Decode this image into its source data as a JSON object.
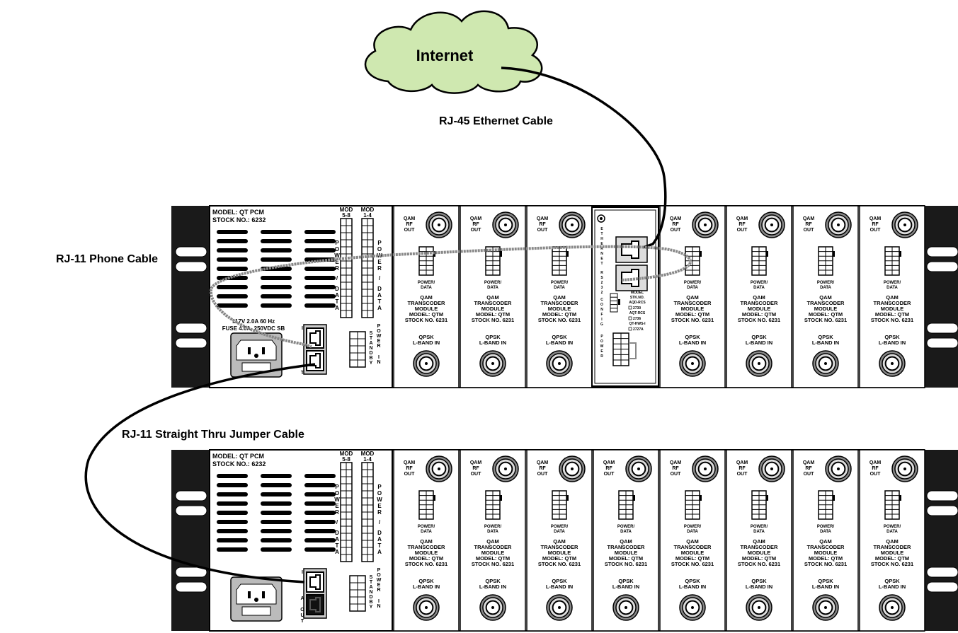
{
  "cloud_label": "Internet",
  "cable_labels": {
    "ethernet": "RJ-45 Ethernet Cable",
    "phone": "RJ-11 Phone Cable",
    "jumper": "RJ-11 Straight Thru Jumper Cable"
  },
  "pcm": {
    "model": "MODEL: QT PCM",
    "stock": "STOCK NO.: 6232",
    "mod_5_8": [
      "MOD",
      "5-8"
    ],
    "mod_1_4": [
      "MOD",
      "1-4"
    ],
    "power_data": "POWER/DATA",
    "ratings_1": "117V  2.0A  60 Hz",
    "ratings_2": "FUSE 4.0A, 250VDC SB",
    "standby": "STANDBY",
    "power_in": "POWER IN",
    "jack_in": "I",
    "jack_out_top": "T",
    "jack_out_bottom": "A OUT"
  },
  "qtm": {
    "rf_out": [
      "QAM",
      "RF",
      "OUT"
    ],
    "power_data": [
      "POWER/",
      "DATA"
    ],
    "title": [
      "QAM",
      "TRANSCODER",
      "MODULE",
      "MODEL: QTM",
      "STOCK NO. 6231"
    ],
    "lband": [
      "QPSK",
      "L-BAND IN"
    ]
  },
  "controller": {
    "ethernet": "ETHERNET",
    "rs232": "RS232",
    "config": "CONFIG",
    "power": "POWER",
    "model_lines": [
      "MODEL",
      "STK.NO.",
      "AQD-RCS",
      "2730",
      "AQT-RCS",
      "2736",
      "QT-HWS-I",
      "2727A"
    ]
  }
}
